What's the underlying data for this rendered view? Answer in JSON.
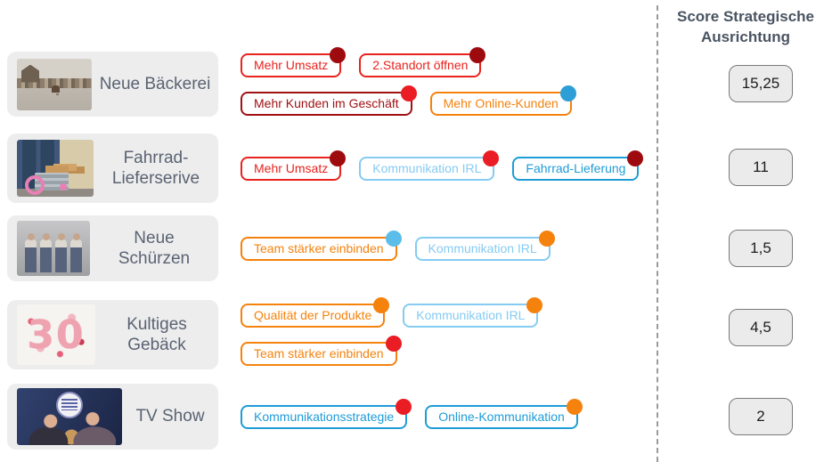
{
  "score_column": {
    "header": "Score Strategische Ausrichtung"
  },
  "palette": {
    "red": "#e8231e",
    "darkred": "#a01114",
    "orange": "#f5820d",
    "blue": "#1e9cd8",
    "lightblue": "#85cbf2",
    "dot_red": "#ea1c24",
    "dot_darkred": "#9e0b0f",
    "dot_blue": "#2d9fd6",
    "dot_lightblue": "#5bbde9",
    "dot_orange": "#f5820d",
    "card_bg": "#ededed",
    "label_color": "#5a6373",
    "score_box_bg": "#ebebeb"
  },
  "rows": [
    {
      "label": "Neue Bäckerei",
      "image": "baeckerei",
      "image_desc": "seaside town with horse rider on beach",
      "score": "15,25",
      "tag_lines": [
        [
          {
            "label": "Mehr Umsatz",
            "color": "red",
            "dot": "dot_darkred"
          },
          {
            "label": "2.Standort öffnen",
            "color": "red",
            "dot": "dot_darkred"
          }
        ],
        [
          {
            "label": "Mehr Kunden im Geschäft",
            "color": "darkred",
            "dot": "dot_red"
          },
          {
            "label": "Mehr Online-Kunden",
            "color": "orange",
            "dot": "dot_blue"
          }
        ]
      ]
    },
    {
      "label": "Fahrrad-Lieferserive",
      "image": "fahrrad",
      "image_desc": "pink cargo bike with baguettes in front of blue doors",
      "score": "11",
      "tag_lines": [
        [
          {
            "label": "Mehr Umsatz",
            "color": "red",
            "dot": "dot_darkred"
          },
          {
            "label": "Kommunikation IRL",
            "color": "lightblue",
            "dot": "dot_red"
          },
          {
            "label": "Fahrrad-Lieferung",
            "color": "blue",
            "dot": "dot_darkred"
          }
        ]
      ]
    },
    {
      "label": "Neue Schürzen",
      "image": "schuerzen",
      "image_desc": "team of four wearing aprons",
      "score": "1,5",
      "tag_lines": [
        [
          {
            "label": "Team stärker einbinden",
            "color": "orange",
            "dot": "dot_lightblue"
          },
          {
            "label": "Kommunikation IRL",
            "color": "lightblue",
            "dot": "dot_orange"
          }
        ]
      ]
    },
    {
      "label": "Kultiges Gebäck",
      "image": "gebaeck",
      "image_desc": "number cake shaped as 30 with pink decorations",
      "image_text": "30",
      "score": "4,5",
      "tag_lines": [
        [
          {
            "label": "Qualität der Produkte",
            "color": "orange",
            "dot": "dot_orange"
          },
          {
            "label": "Kommunikation IRL",
            "color": "lightblue",
            "dot": "dot_orange"
          }
        ],
        [
          {
            "label": "Team stärker einbinden",
            "color": "orange",
            "dot": "dot_red"
          }
        ]
      ]
    },
    {
      "label": "TV Show",
      "image": "tvshow",
      "image_desc": "two TV hosts with round show badge",
      "score": "2",
      "tag_lines": [
        [
          {
            "label": "Kommunikationsstrategie",
            "color": "blue",
            "dot": "dot_red"
          },
          {
            "label": "Online-Kommunikation",
            "color": "blue",
            "dot": "dot_orange"
          }
        ]
      ]
    }
  ]
}
